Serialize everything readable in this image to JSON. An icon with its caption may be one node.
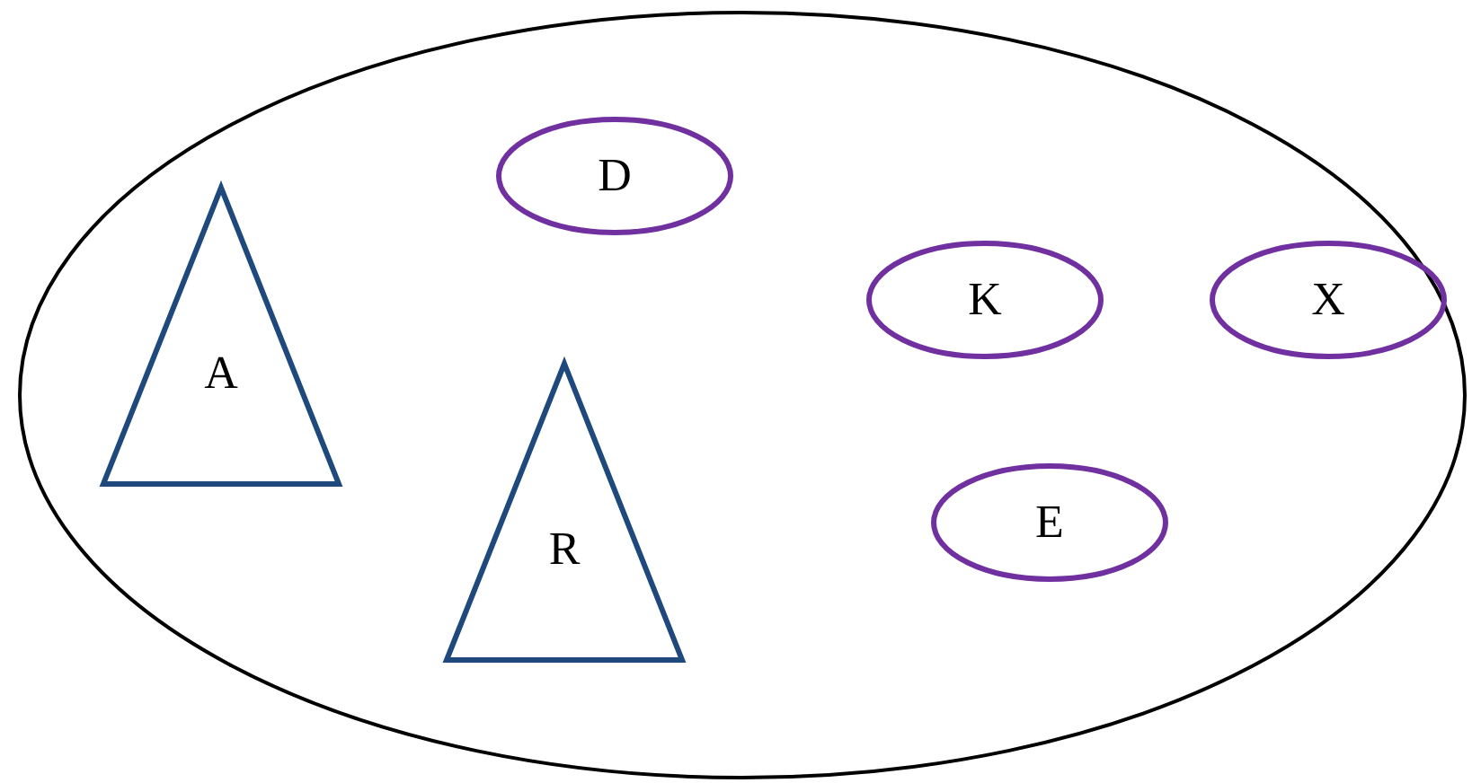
{
  "diagram": {
    "nodes": [
      {
        "text": [],
        "shape": "ellipse"
      },
      {
        "text": [
          "A"
        ],
        "in": 0
      },
      {
        "text": [
          "D"
        ],
        "in": 0
      },
      {
        "text": [
          "R"
        ],
        "in": 0
      },
      {
        "text": [
          "K"
        ],
        "in": 0
      },
      {
        "text": [
          "E"
        ],
        "in": 0
      },
      {
        "text": [
          "X"
        ],
        "in": 0
      }
    ]
  }
}
